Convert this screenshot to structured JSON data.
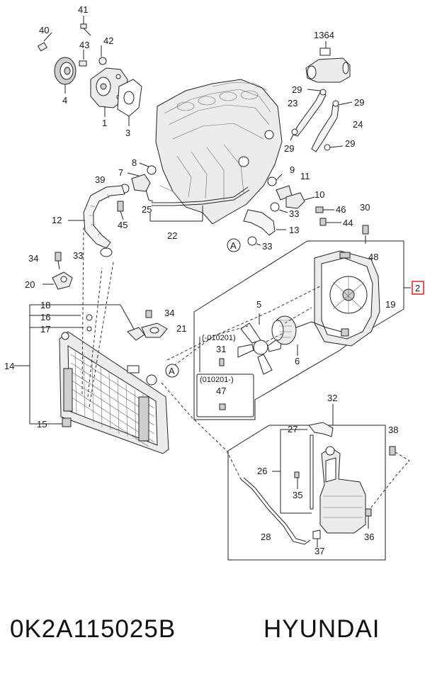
{
  "diagram": {
    "callouts": [
      {
        "id": "c41",
        "text": "41"
      },
      {
        "id": "c40",
        "text": "40"
      },
      {
        "id": "c43",
        "text": "43"
      },
      {
        "id": "c42",
        "text": "42"
      },
      {
        "id": "c4",
        "text": "4"
      },
      {
        "id": "c1",
        "text": "1"
      },
      {
        "id": "c3",
        "text": "3"
      },
      {
        "id": "c1364",
        "text": "1364"
      },
      {
        "id": "c29a",
        "text": "29"
      },
      {
        "id": "c29b",
        "text": "29"
      },
      {
        "id": "c23",
        "text": "23"
      },
      {
        "id": "c24",
        "text": "24"
      },
      {
        "id": "c29c",
        "text": "29"
      },
      {
        "id": "c29d",
        "text": "29"
      },
      {
        "id": "c8",
        "text": "8"
      },
      {
        "id": "c7",
        "text": "7"
      },
      {
        "id": "c39",
        "text": "39"
      },
      {
        "id": "c9",
        "text": "9"
      },
      {
        "id": "c11",
        "text": "11"
      },
      {
        "id": "c10",
        "text": "10"
      },
      {
        "id": "c12",
        "text": "12"
      },
      {
        "id": "c25",
        "text": "25"
      },
      {
        "id": "c45",
        "text": "45"
      },
      {
        "id": "c22",
        "text": "22"
      },
      {
        "id": "c46",
        "text": "46"
      },
      {
        "id": "c33a",
        "text": "33"
      },
      {
        "id": "c30",
        "text": "30"
      },
      {
        "id": "c44",
        "text": "44"
      },
      {
        "id": "c13",
        "text": "13"
      },
      {
        "id": "c33b",
        "text": "33"
      },
      {
        "id": "cA1",
        "text": "A"
      },
      {
        "id": "c34a",
        "text": "34"
      },
      {
        "id": "c33c",
        "text": "33"
      },
      {
        "id": "c48",
        "text": "48"
      },
      {
        "id": "c2",
        "text": "2"
      },
      {
        "id": "c20",
        "text": "20"
      },
      {
        "id": "c19",
        "text": "19"
      },
      {
        "id": "c18",
        "text": "18"
      },
      {
        "id": "c34b",
        "text": "34"
      },
      {
        "id": "c5",
        "text": "5"
      },
      {
        "id": "c16",
        "text": "16"
      },
      {
        "id": "c17",
        "text": "17"
      },
      {
        "id": "c21",
        "text": "21"
      },
      {
        "id": "c010201a",
        "text": "(-010201)"
      },
      {
        "id": "c31",
        "text": "31"
      },
      {
        "id": "c6",
        "text": "6"
      },
      {
        "id": "c14",
        "text": "14"
      },
      {
        "id": "cA2",
        "text": "A"
      },
      {
        "id": "c010201b",
        "text": "(010201-)"
      },
      {
        "id": "c47",
        "text": "47"
      },
      {
        "id": "c15",
        "text": "15"
      },
      {
        "id": "c32",
        "text": "32"
      },
      {
        "id": "c27",
        "text": "27"
      },
      {
        "id": "c38",
        "text": "38"
      },
      {
        "id": "c26",
        "text": "26"
      },
      {
        "id": "c35",
        "text": "35"
      },
      {
        "id": "c28",
        "text": "28"
      },
      {
        "id": "c36",
        "text": "36"
      },
      {
        "id": "c37",
        "text": "37"
      }
    ]
  },
  "footer": {
    "part_number": "0K2A115025B",
    "brand": "HYUNDAI"
  },
  "colors": {
    "highlight_box": "#e02020",
    "line": "#222222",
    "background": "#ffffff"
  }
}
